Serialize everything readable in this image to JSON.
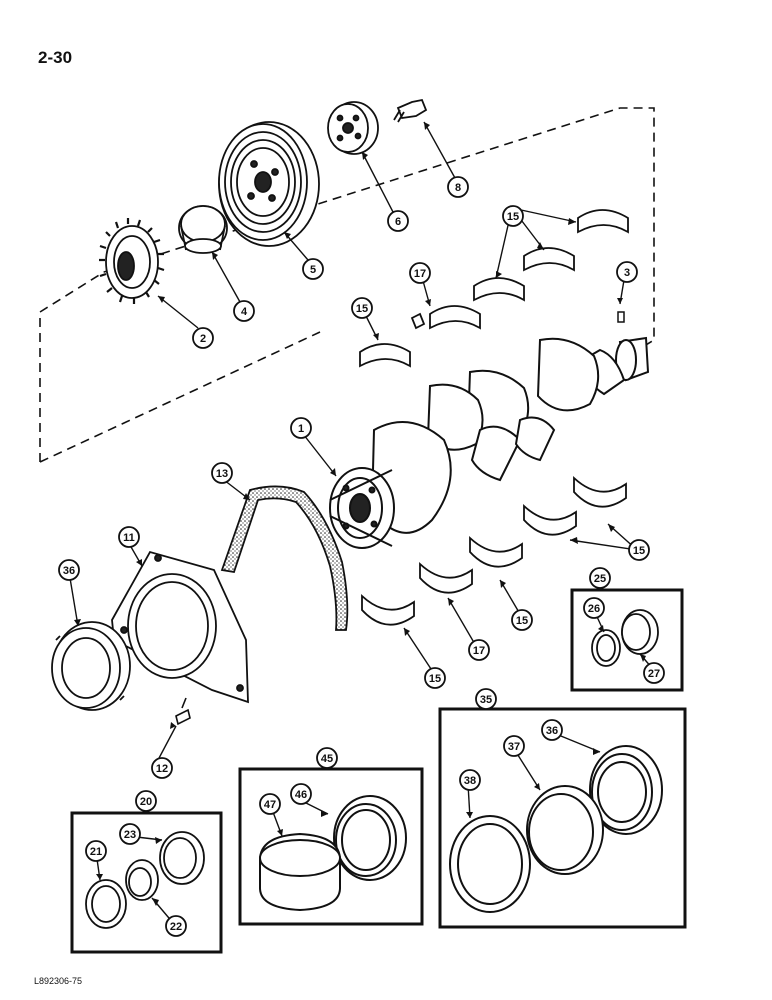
{
  "page": {
    "number": "2-30",
    "figure_code": "L892306-75"
  },
  "callouts": {
    "c1": "1",
    "c2": "2",
    "c3": "3",
    "c4": "4",
    "c5": "5",
    "c6": "6",
    "c8": "8",
    "c11": "11",
    "c12": "12",
    "c13": "13",
    "c15a": "15",
    "c15b": "15",
    "c15c": "15",
    "c15d": "15",
    "c15e": "15",
    "c17a": "17",
    "c17b": "17",
    "c20": "20",
    "c21": "21",
    "c22": "22",
    "c23": "23",
    "c25": "25",
    "c26": "26",
    "c27": "27",
    "c35": "35",
    "c36a": "36",
    "c36b": "36",
    "c37": "37",
    "c38": "38",
    "c45": "45",
    "c46": "46",
    "c47": "47"
  }
}
